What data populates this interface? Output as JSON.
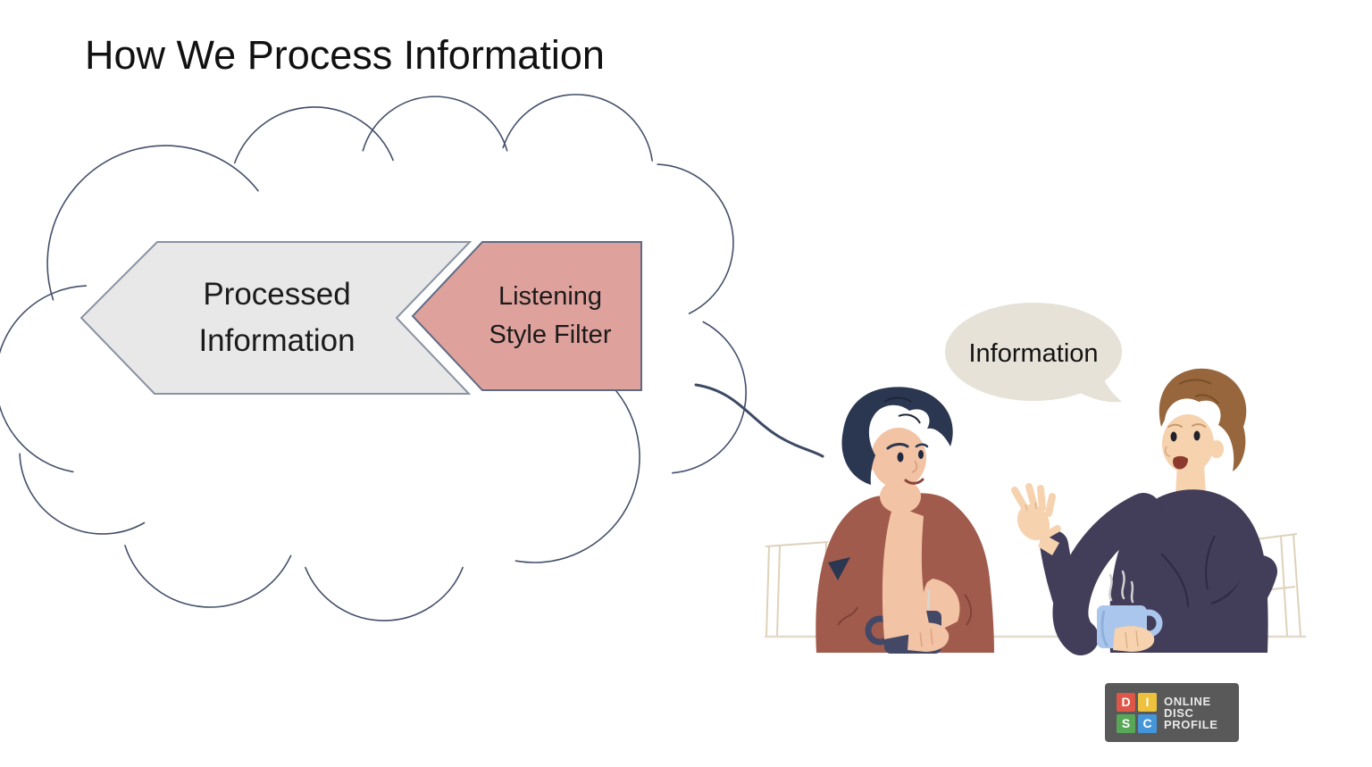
{
  "slide": {
    "title": "How We Process Information"
  },
  "diagram": {
    "processed_label": "Processed Information",
    "filter_label": "Listening Style Filter"
  },
  "illustration": {
    "speech_bubble_text": "Information"
  },
  "colors": {
    "arrow_gray_fill": "#e9e8e8",
    "arrow_gray_stroke": "#8892a3",
    "filter_pink_fill": "#dfa19c",
    "filter_pink_stroke": "#5d6b85",
    "cloud_stroke": "#44506a",
    "tail_stroke": "#3d4a64",
    "bubble_fill": "#e6e2d8",
    "skin_left": "#f2c3a5",
    "skin_right": "#f6d2ae",
    "hair_left": "#2b3750",
    "hair_right": "#97663c",
    "shirt_left": "#a15b4d",
    "sweater_right": "#423d59",
    "mug_left": "#424866",
    "mug_right": "#abc6ec",
    "table_line": "#e3dacb",
    "logo_background": "#595959"
  },
  "logo": {
    "squares": [
      {
        "letter": "D",
        "color": "#dd5647"
      },
      {
        "letter": "I",
        "color": "#eec13d"
      },
      {
        "letter": "S",
        "color": "#57a757"
      },
      {
        "letter": "C",
        "color": "#4596d9"
      }
    ],
    "lines": [
      "ONLINE",
      "DISC",
      "PROFILE"
    ]
  }
}
